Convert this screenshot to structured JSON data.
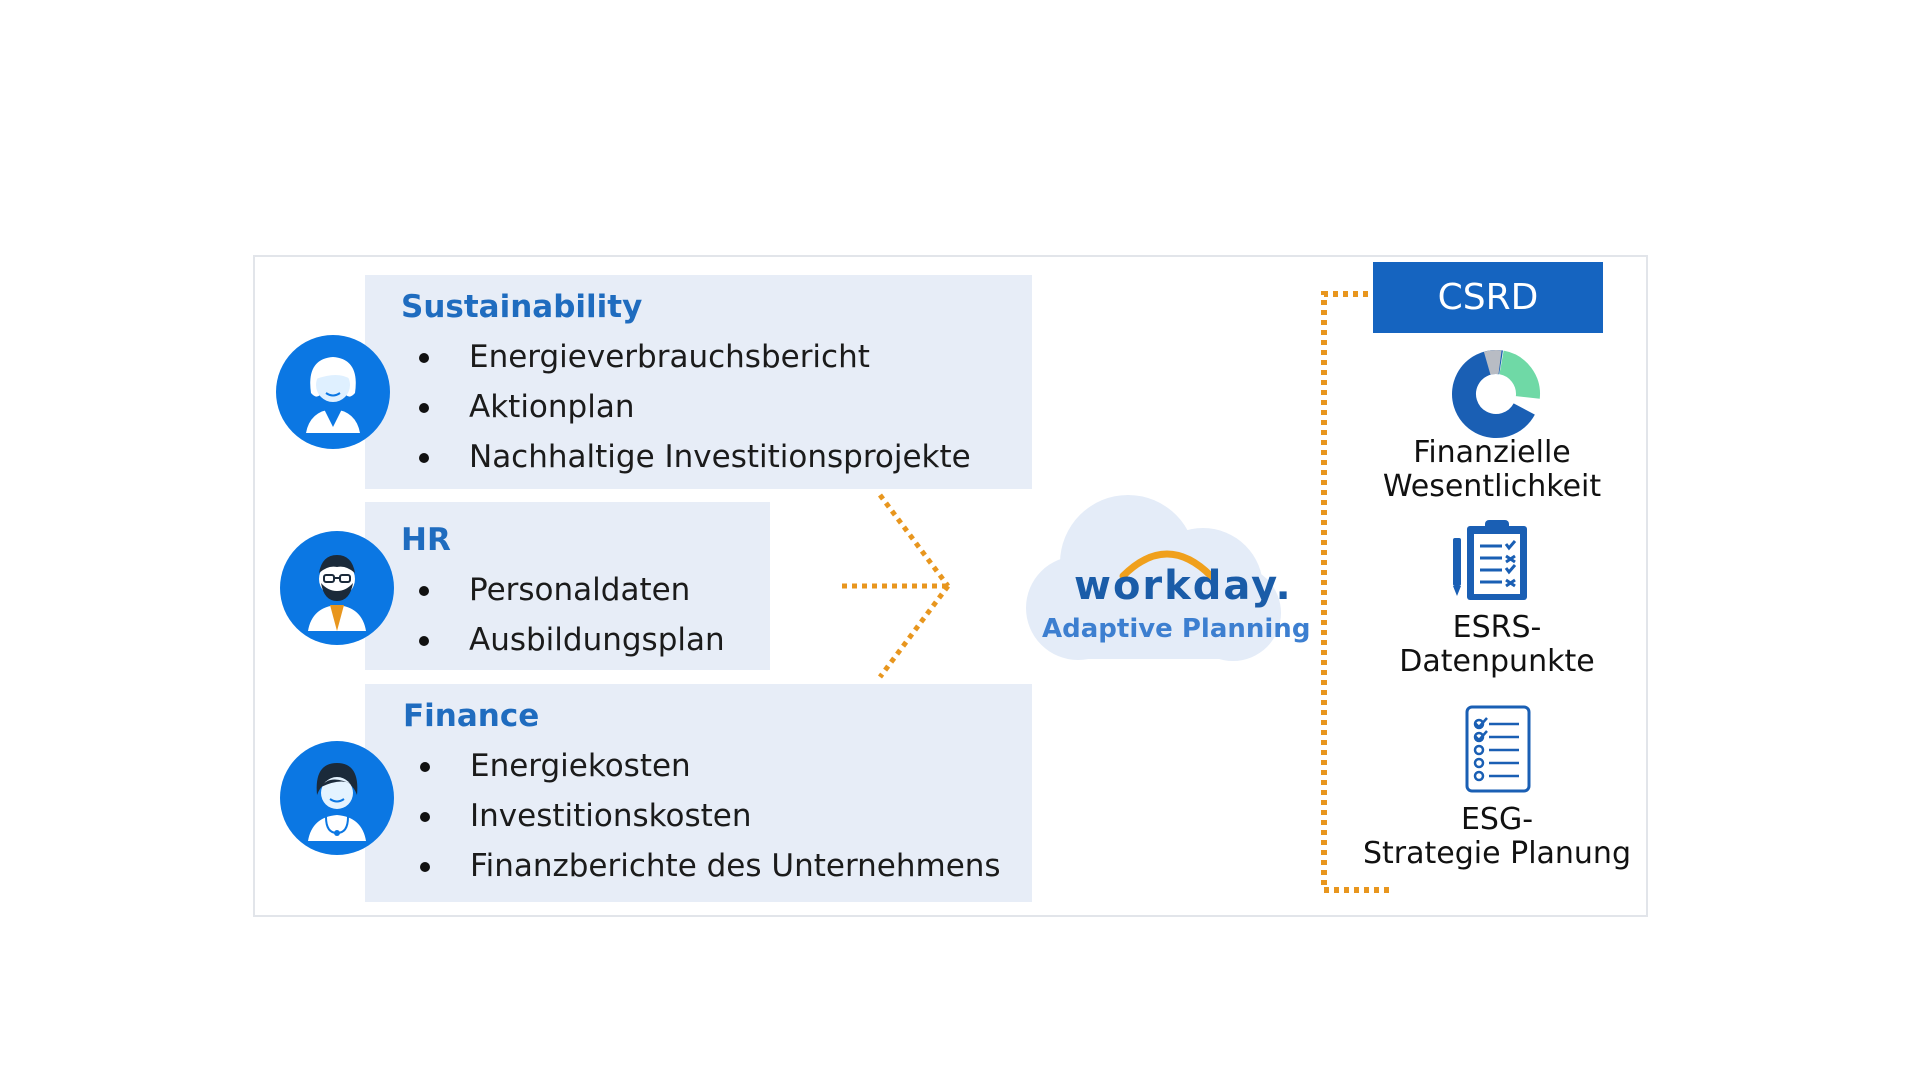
{
  "sections": [
    {
      "title": "Sustainability",
      "items": [
        "Energieverbrauchsbericht",
        "Aktionplan",
        "Nachhaltige Investitionsprojekte"
      ],
      "avatar_icon": "woman-avatar-icon"
    },
    {
      "title": "HR",
      "items": [
        "Personaldaten",
        "Ausbildungsplan"
      ],
      "avatar_icon": "bearded-man-avatar-icon"
    },
    {
      "title": "Finance",
      "items": [
        "Energiekosten",
        "Investitionskosten",
        "Finanzberichte des Unternehmens"
      ],
      "avatar_icon": "doctor-avatar-icon"
    }
  ],
  "center_logo": {
    "brand": "workday.",
    "product": "Adaptive Planning",
    "icon": "cloud-icon"
  },
  "csrd": {
    "title": "CSRD",
    "outputs": [
      {
        "line1": "Finanzielle",
        "line2": "Wesentlichkeit",
        "icon": "donut-chart-icon"
      },
      {
        "line1": "ESRS-",
        "line2": "Datenpunkte",
        "icon": "clipboard-checklist-icon"
      },
      {
        "line1": "ESG-",
        "line2": "Strategie Planung",
        "icon": "checklist-icon"
      }
    ]
  },
  "colors": {
    "accent_blue": "#1564c0",
    "title_blue": "#1f6cbf",
    "panel_bg": "#e7edf7",
    "avatar_blue": "#0b77e3",
    "connector_orange": "#e8961e",
    "workday_orange": "#f0a01c",
    "donut_blue": "#1a5fb4",
    "donut_green": "#6fd9a6",
    "donut_gray": "#b8bcc4"
  }
}
